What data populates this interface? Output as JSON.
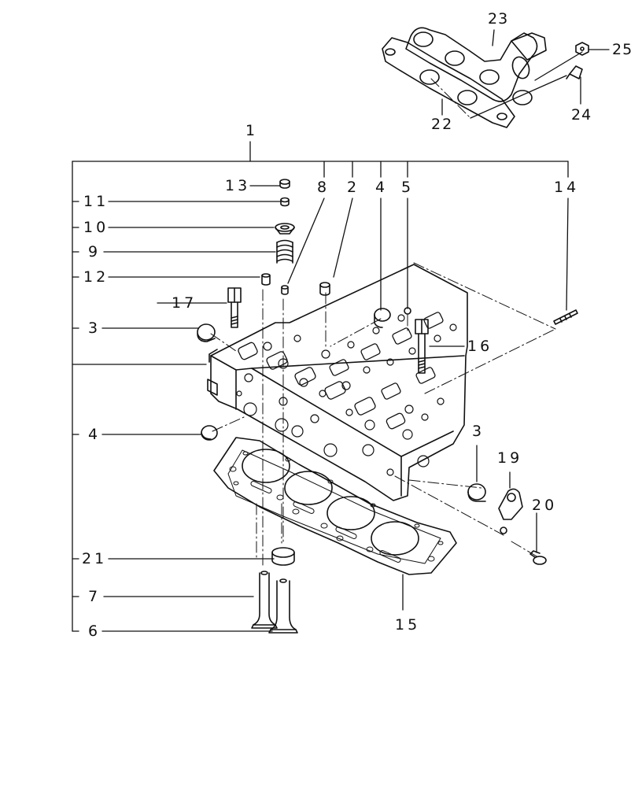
{
  "colors": {
    "ink": "#111111",
    "background": "#ffffff"
  },
  "callouts": {
    "c1": "1",
    "c2": "2",
    "c3_left": "3",
    "c3_right": "3",
    "c4_top": "4",
    "c4_left": "4",
    "c5": "5",
    "c6": "6",
    "c7": "7",
    "c8": "8",
    "c9": "9",
    "c10": "10",
    "c11": "11",
    "c12": "12",
    "c13": "13",
    "c14": "14",
    "c15": "15",
    "c16": "16",
    "c17": "17",
    "c19": "19",
    "c20": "20",
    "c21": "21",
    "c22": "22",
    "c23": "23",
    "c24": "24",
    "c25": "25"
  }
}
